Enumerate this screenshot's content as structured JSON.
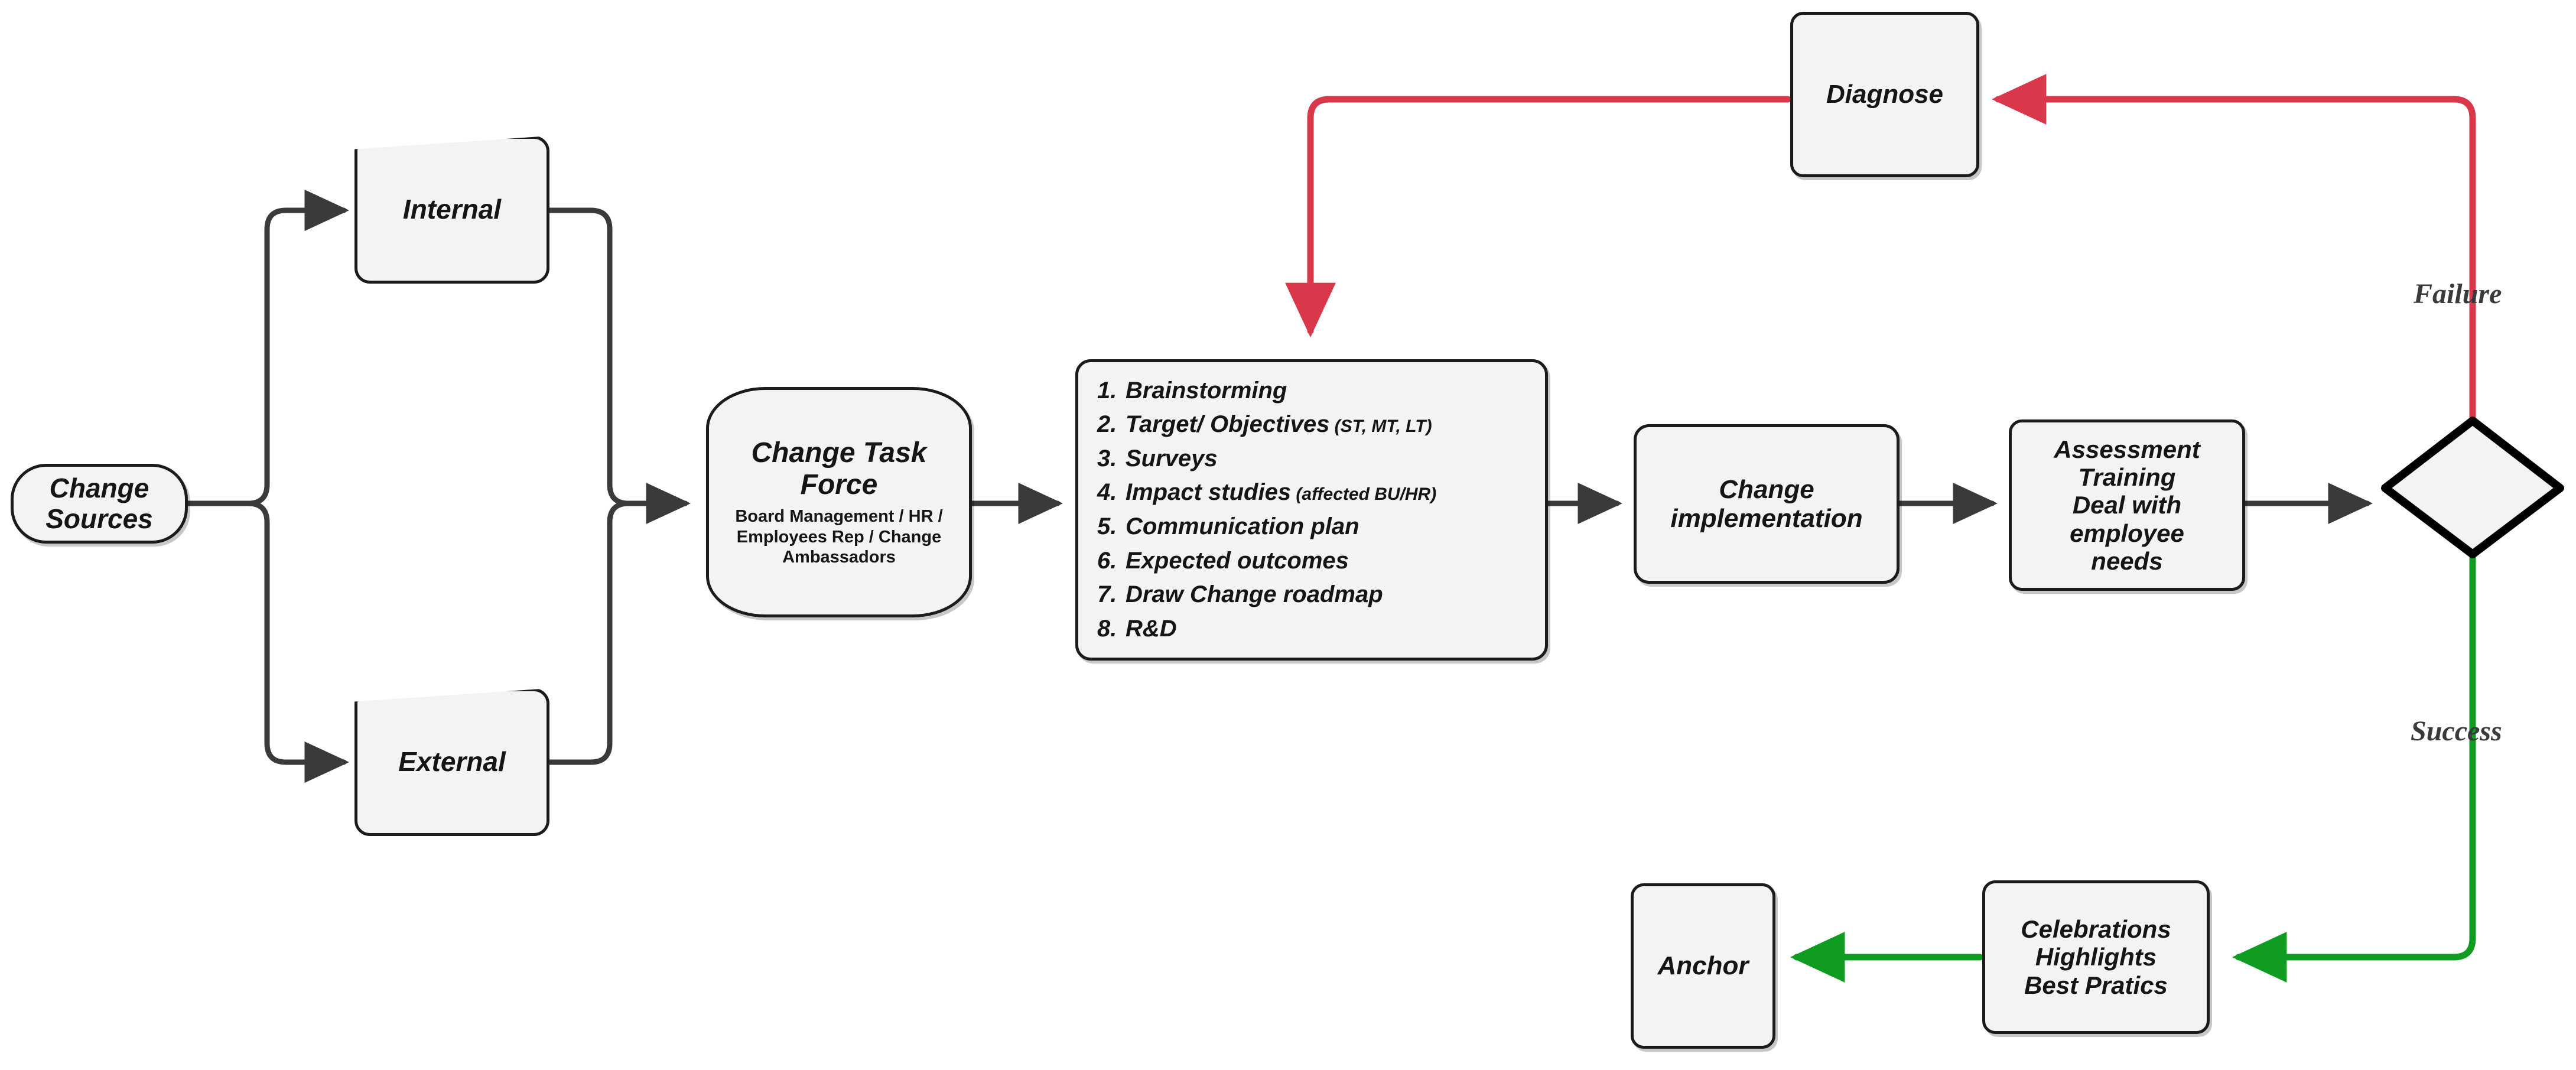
{
  "diagram": {
    "title": "Change Management Process Flowchart",
    "colors": {
      "node_fill": "#f2f3f5",
      "node_stroke": "#1b1b1b",
      "connector": "#3a3a3a",
      "failure_red": "#d9384a",
      "success_green": "#109c20"
    }
  },
  "nodes": {
    "change_sources": {
      "label": "Change\nSources",
      "line1": "Change",
      "line2": "Sources",
      "shape": "stadium"
    },
    "internal": {
      "label": "Internal",
      "shape": "trapezoid"
    },
    "external": {
      "label": "External",
      "shape": "trapezoid"
    },
    "task_force": {
      "title_line1": "Change Task",
      "title_line2": "Force",
      "sub_line1": "Board Management / HR /",
      "sub_line2": "Employees Rep / Change",
      "sub_line3": "Ambassadors",
      "shape": "rounded-capsule"
    },
    "steps": {
      "shape": "rounded-rect",
      "items": [
        {
          "num": "1.",
          "text": "Brainstorming",
          "paren": ""
        },
        {
          "num": "2.",
          "text": "Target/ Objectives",
          "paren": "(ST, MT, LT)"
        },
        {
          "num": "3.",
          "text": "Surveys",
          "paren": ""
        },
        {
          "num": "4.",
          "text": "Impact studies",
          "paren": "(affected BU/HR)"
        },
        {
          "num": "5.",
          "text": "Communication plan",
          "paren": ""
        },
        {
          "num": "6.",
          "text": "Expected outcomes",
          "paren": ""
        },
        {
          "num": "7.",
          "text": "Draw Change roadmap",
          "paren": ""
        },
        {
          "num": "8.",
          "text": "R&D",
          "paren": ""
        }
      ]
    },
    "change_implementation": {
      "line1": "Change",
      "line2": "implementation",
      "shape": "rounded-rect"
    },
    "assessment": {
      "line1": "Assessment",
      "line2": "Training",
      "line3": "Deal with",
      "line4": "employee",
      "line5": "needs",
      "shape": "rounded-rect"
    },
    "decision": {
      "label": "",
      "shape": "diamond"
    },
    "diagnose": {
      "label": "Diagnose",
      "shape": "rounded-rect"
    },
    "celebrations": {
      "line1": "Celebrations",
      "line2": "Highlights",
      "line3": "Best Pratics",
      "shape": "rounded-rect"
    },
    "anchor": {
      "label": "Anchor",
      "shape": "rounded-rect"
    }
  },
  "edge_labels": {
    "failure": "Failure",
    "success": "Success"
  }
}
